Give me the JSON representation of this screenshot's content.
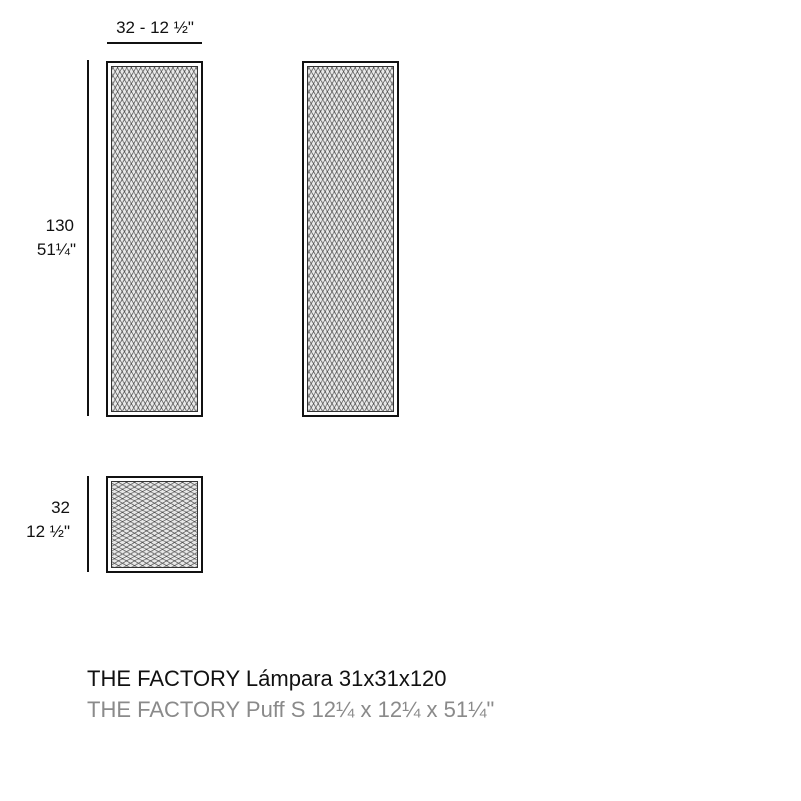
{
  "dimensions": {
    "width_top": "32 - 12 ½\"",
    "height_cm": "130",
    "height_in": "51¼\"",
    "depth_cm": "32",
    "depth_in": "12 ½\""
  },
  "views": [
    "front-elevation",
    "side-elevation",
    "top-plan"
  ],
  "captions": {
    "line1": "THE FACTORY Lámpara 31x31x120",
    "line2": "THE FACTORY Puff S 12¼ x 12¼ x 51¼\""
  },
  "colors": {
    "line": "#111111",
    "caption_secondary": "#8a8a8a"
  }
}
